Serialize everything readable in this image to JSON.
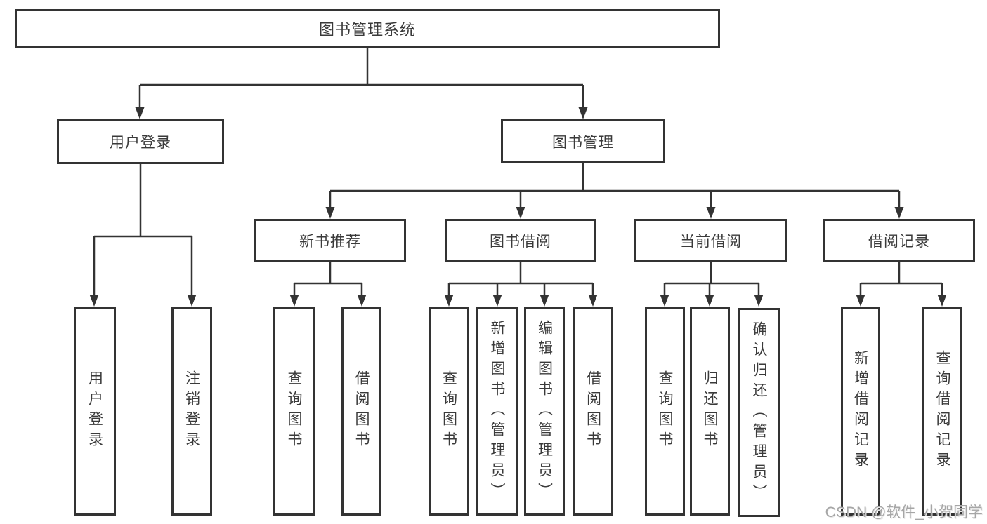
{
  "diagram": {
    "type": "hierarchy-tree",
    "tree": {
      "root": {
        "label": "图书管理系统"
      },
      "branches": [
        {
          "label": "用户登录",
          "children": [
            "用户登录",
            "注销登录"
          ]
        },
        {
          "label": "图书管理",
          "children": [
            {
              "label": "新书推荐",
              "children": [
                "查询图书",
                "借阅图书"
              ]
            },
            {
              "label": "图书借阅",
              "children": [
                "查询图书",
                "新增图书（管理员）",
                "编辑图书（管理员）",
                "借阅图书"
              ]
            },
            {
              "label": "当前借阅",
              "children": [
                "查询图书",
                "归还图书",
                "确认归还（管理员）"
              ]
            },
            {
              "label": "借阅记录",
              "children": [
                "新增借阅记录",
                "查询借阅记录"
              ]
            }
          ]
        }
      ]
    }
  },
  "watermark": "CSDN @软件_小贺同学",
  "colors": {
    "line": "#333333",
    "box_border": "#333333",
    "box_fill": "#ffffff",
    "text": "#3a3a3a",
    "watermark": "#a6a6a6",
    "background": "#ffffff"
  }
}
